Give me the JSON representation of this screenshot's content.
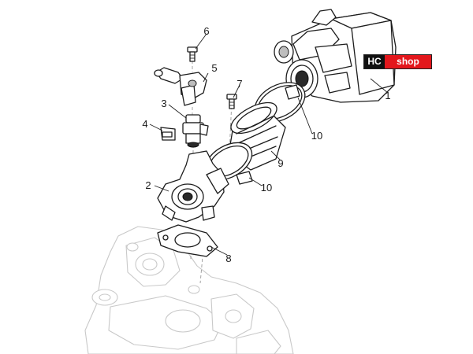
{
  "logo": {
    "left": "HC",
    "right": "shop",
    "colors": {
      "left": "#111111",
      "right": "#e3171c"
    }
  },
  "callouts": [
    "1",
    "2",
    "3",
    "4",
    "5",
    "6",
    "7",
    "8",
    "9",
    "10",
    "10"
  ],
  "parts": [
    {
      "name": "throttle-body",
      "label": "1"
    },
    {
      "name": "intake-manifold",
      "label": "2"
    },
    {
      "name": "injector",
      "label": "3"
    },
    {
      "name": "injector-clip",
      "label": "4"
    },
    {
      "name": "sensor-connector",
      "label": "5"
    },
    {
      "name": "screw",
      "label": "6"
    },
    {
      "name": "screw",
      "label": "7"
    },
    {
      "name": "gasket",
      "label": "8"
    },
    {
      "name": "intake-sleeve",
      "label": "9"
    },
    {
      "name": "hose-clamp",
      "label": "10"
    }
  ]
}
